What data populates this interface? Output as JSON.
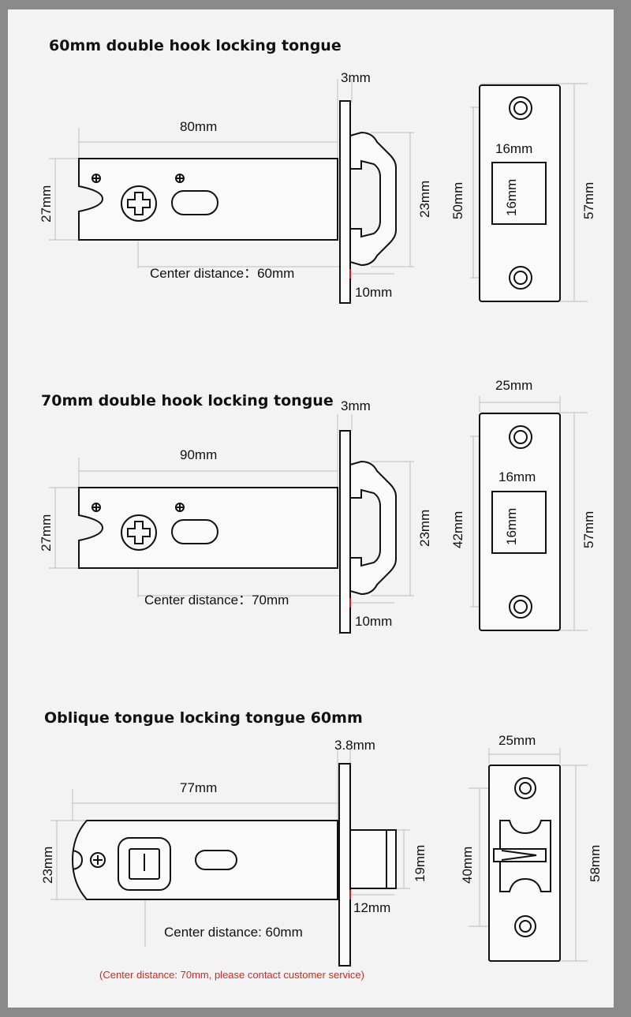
{
  "sections": [
    {
      "title": "60mm double hook locking tongue",
      "dims": {
        "plate_thickness": "3mm",
        "body_length": "80mm",
        "body_height": "27mm",
        "bolt_height": "23mm",
        "center_distance": "Center distance：60mm",
        "bolt_offset": "10mm",
        "strike_height": "50mm",
        "strike_total": "57mm",
        "window_w": "16mm",
        "window_h": "16mm"
      }
    },
    {
      "title": "70mm double hook locking tongue",
      "dims": {
        "plate_thickness": "3mm",
        "body_length": "90mm",
        "body_height": "27mm",
        "bolt_height": "23mm",
        "center_distance": "Center distance：70mm",
        "bolt_offset": "10mm",
        "strike_width": "25mm",
        "strike_height": "42mm",
        "strike_total": "57mm",
        "window_w": "16mm",
        "window_h": "16mm"
      }
    },
    {
      "title": "Oblique tongue locking tongue 60mm",
      "dims": {
        "plate_thickness": "3.8mm",
        "body_length": "77mm",
        "body_height": "23mm",
        "bolt_height": "19mm",
        "center_distance": "Center distance: 60mm",
        "bolt_offset": "12mm",
        "strike_width": "25mm",
        "strike_height": "40mm",
        "strike_total": "58mm"
      }
    }
  ],
  "footer_note": "(Center distance: 70mm, please contact customer service)",
  "colors": {
    "background": "#8a8a8a",
    "panel": "#f3f3f3",
    "note": "#e0231e",
    "line": "#111111"
  }
}
